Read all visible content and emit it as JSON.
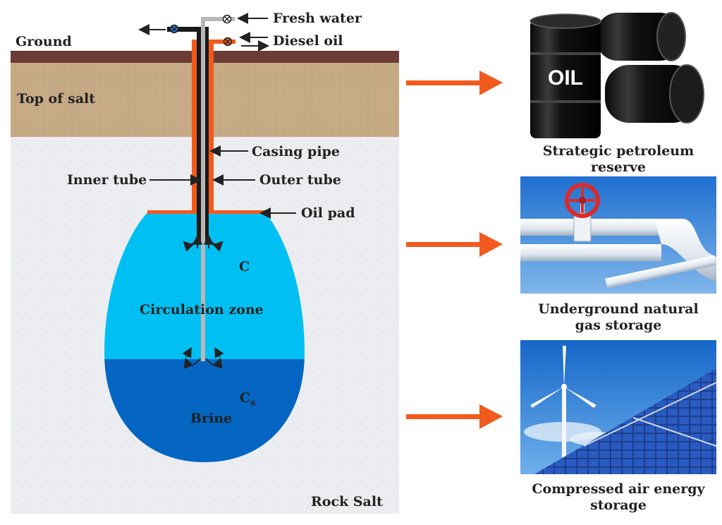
{
  "labels": {
    "ground": "Ground",
    "top_of_salt": "Top of salt",
    "rock_salt": "Rock Salt",
    "fresh_water": "Fresh water",
    "diesel_oil": "Diesel oil",
    "casing_pipe": "Casing pipe",
    "inner_tube": "Inner tube",
    "outer_tube": "Outer tube",
    "oil_pad": "Oil pad",
    "c": "C",
    "circulation_zone": "Circulation zone",
    "cs_main": "C",
    "cs_sub": "s",
    "brine": "Brine"
  },
  "applications": [
    {
      "caption_line1": "Strategic petroleum",
      "caption_line2": "reserve",
      "barrel_text": "OIL"
    },
    {
      "caption_line1": "Underground natural",
      "caption_line2": "gas storage"
    },
    {
      "caption_line1": "Compressed air energy",
      "caption_line2": "storage"
    }
  ],
  "colors": {
    "ground": "#6b3c35",
    "soil": "#c6a985",
    "rock_salt": "#ecedf0",
    "circulation": "#00c0f3",
    "brine": "#0466c2",
    "orange": "#f25a1d",
    "pipe_gray": "#b8b8b8",
    "sky": "#2f7fd3"
  }
}
